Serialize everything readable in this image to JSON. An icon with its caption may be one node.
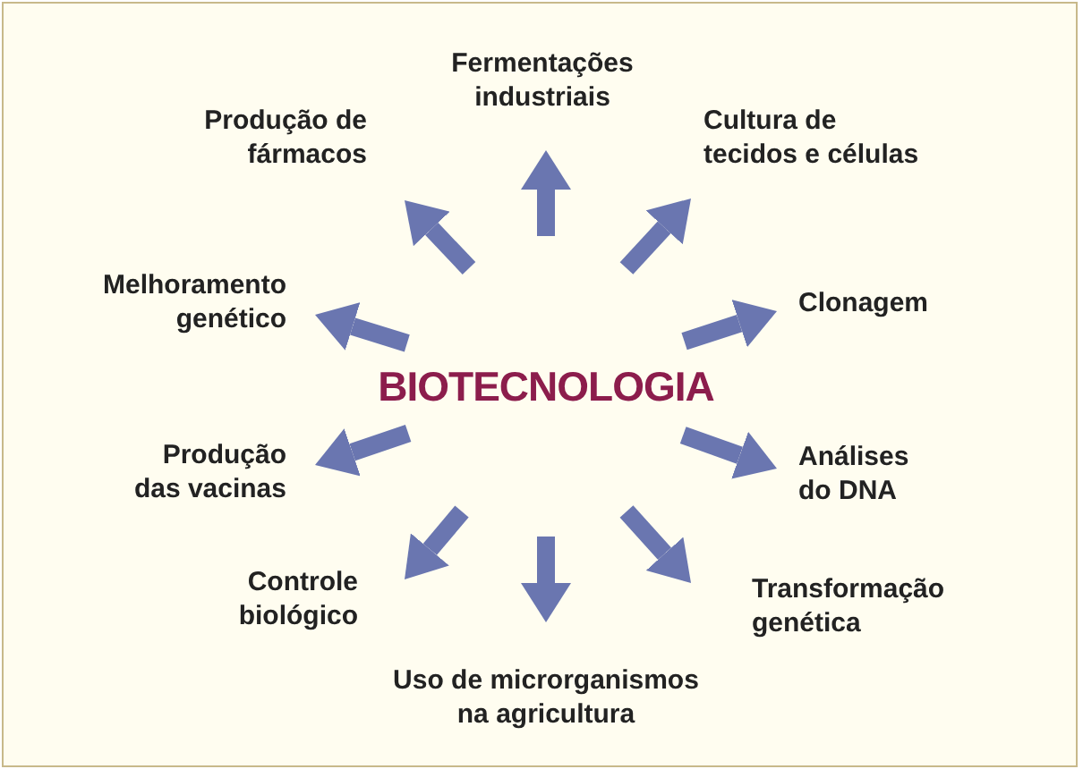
{
  "diagram": {
    "nodes": [
      {
        "text": [
          "BIOTECNOLOGIA"
        ]
      },
      {
        "text": [
          "Fermentações industriais"
        ]
      },
      {
        "text": [
          "Produção de fármacos"
        ]
      },
      {
        "text": [
          "Cultura de tecidos e células"
        ]
      },
      {
        "text": [
          "Melhoramento genético"
        ]
      },
      {
        "text": [
          "Clonagem"
        ]
      },
      {
        "text": [
          "Produção das vacinas"
        ]
      },
      {
        "text": [
          "Análises do DNA"
        ]
      },
      {
        "text": [
          "Controle biológico"
        ]
      },
      {
        "text": [
          "Transformação genética"
        ]
      },
      {
        "text": [
          "Uso de microrganismos na agricultura"
        ]
      }
    ],
    "edges": [
      {
        "from": null,
        "to": 1,
        "arrow": "to"
      },
      {
        "from": null,
        "to": 2,
        "arrow": "to"
      },
      {
        "from": null,
        "to": 3,
        "arrow": "to"
      },
      {
        "from": 0,
        "to": 4,
        "arrow": "to"
      },
      {
        "from": 0,
        "to": 5,
        "arrow": "to"
      },
      {
        "from": 0,
        "to": 6,
        "arrow": "to"
      },
      {
        "from": 0,
        "to": 7,
        "arrow": "to"
      },
      {
        "from": null,
        "to": 8,
        "arrow": "to"
      },
      {
        "from": null,
        "to": 9,
        "arrow": "to"
      },
      {
        "from": null,
        "to": 10,
        "arrow": "to"
      }
    ]
  }
}
